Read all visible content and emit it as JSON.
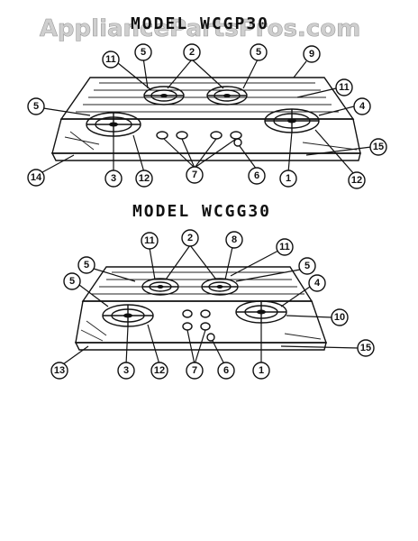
{
  "watermark": "AppliancePartsPros.com",
  "diagrams": [
    {
      "title": "MODEL WCGP30",
      "callouts": [
        "11",
        "5",
        "2",
        "5",
        "9",
        "11",
        "5",
        "4",
        "15",
        "14",
        "3",
        "12",
        "7",
        "6",
        "1",
        "12"
      ]
    },
    {
      "title": "MODEL WCGG30",
      "callouts": [
        "11",
        "2",
        "8",
        "11",
        "5",
        "5",
        "5",
        "4",
        "10",
        "13",
        "3",
        "12",
        "7",
        "6",
        "1",
        "15"
      ]
    }
  ],
  "colors": {
    "ink": "#111111",
    "watermark": "#cfcfcf",
    "background": "#ffffff"
  }
}
